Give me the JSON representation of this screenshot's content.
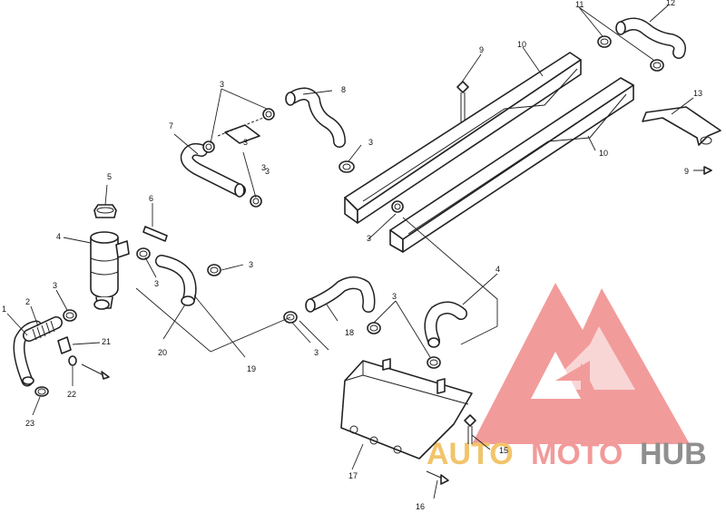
{
  "diagram": {
    "callouts": [
      "1",
      "2",
      "3",
      "3",
      "3",
      "3",
      "3",
      "3",
      "3",
      "3",
      "3",
      "3",
      "3",
      "4",
      "4",
      "5",
      "6",
      "7",
      "8",
      "9",
      "9",
      "10",
      "10",
      "11",
      "12",
      "13",
      "15",
      "16",
      "17",
      "18",
      "19",
      "20",
      "21",
      "22",
      "23"
    ]
  },
  "watermark": {
    "word_1": "AUTO",
    "word_2": "MOTO",
    "word_3": "HUB",
    "colors": {
      "logo": "#f08a8a",
      "auto": "#f2c46a",
      "moto": "#f29a9a",
      "hub": "#8f8f8f"
    }
  }
}
